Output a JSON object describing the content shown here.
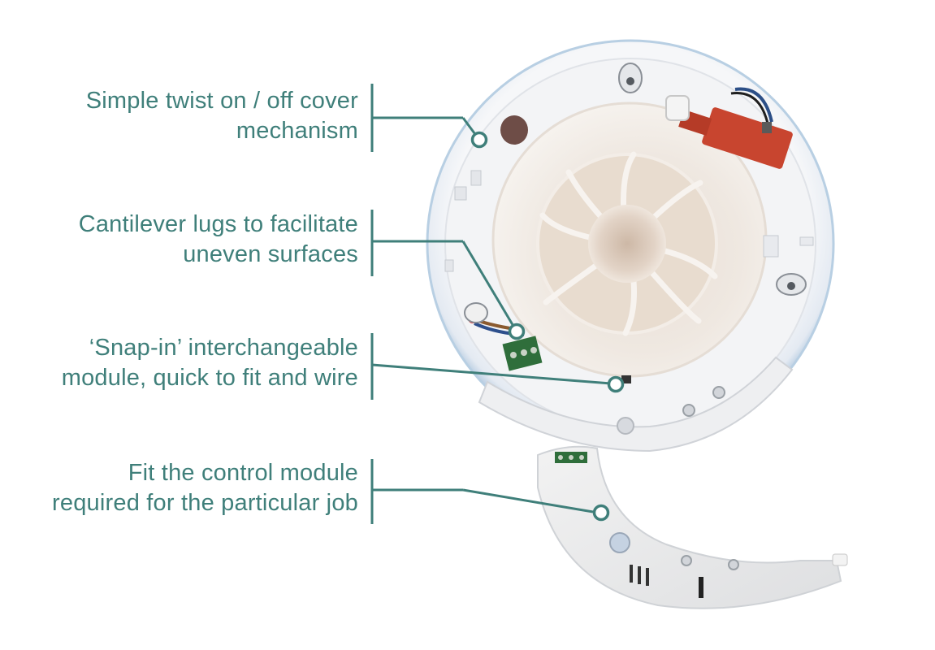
{
  "callouts": [
    {
      "line1": "Simple twist on / off cover",
      "line2": "mechanism"
    },
    {
      "line1": "Cantilever lugs to facilitate",
      "line2": "uneven surfaces"
    },
    {
      "line1": "‘Snap-in’ interchangeable",
      "line2": "module, quick to fit and wire"
    },
    {
      "line1": "Fit the control module",
      "line2": "required for the particular job"
    }
  ],
  "colors": {
    "callout_teal": "#3f7f7a",
    "housing_white": "#f4f5f7",
    "housing_edge": "#a9c3dc",
    "terminal_red": "#c8452f",
    "terminal_green": "#2f6e3b"
  },
  "icons": [
    "callout-ring-marker"
  ]
}
